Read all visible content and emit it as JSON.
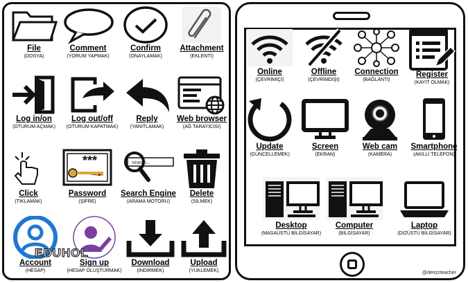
{
  "left_items": [
    {
      "label": "File",
      "translation": "(DOSYA)",
      "icon": "folder-icon"
    },
    {
      "label": "Comment",
      "translation": "(YORUM YAPMAK)",
      "icon": "speech-bubble-icon"
    },
    {
      "label": "Confirm",
      "translation": "(ONAYLAMAK)",
      "icon": "checkmark-icon"
    },
    {
      "label": "Attachment",
      "translation": "(EKLENTİ)",
      "icon": "paperclip-icon"
    },
    {
      "label": "Log in/on",
      "translation": "(OTURUM AÇMAK)",
      "icon": "login-icon"
    },
    {
      "label": "Log out/off",
      "translation": "(OTURUM KAPATMAK)",
      "icon": "logout-icon"
    },
    {
      "label": "Reply",
      "translation": "(YANITLAMAK)",
      "icon": "reply-arrow-icon"
    },
    {
      "label": "Web browser",
      "translation": "(AĞ TARAYICISI)",
      "icon": "browser-icon"
    },
    {
      "label": "Click",
      "translation": "(TIKLAMAK)",
      "icon": "click-hand-icon"
    },
    {
      "label": "Password",
      "translation": "(ŞİFRE)",
      "icon": "password-key-icon"
    },
    {
      "label": "Search Engine",
      "translation": "(ARAMA MOTORU)",
      "icon": "search-engine-icon"
    },
    {
      "label": "Delete",
      "translation": "(SİLMEK)",
      "icon": "trash-icon"
    },
    {
      "label": "Account",
      "translation": "(HESAP)",
      "icon": "account-icon"
    },
    {
      "label": "Sign up",
      "translation": "(HESAP OLUŞTURMAK)",
      "icon": "sign-up-icon"
    },
    {
      "label": "Download",
      "translation": "(İNDİRMEK)",
      "icon": "download-icon"
    },
    {
      "label": "Upload",
      "translation": "(YÜKLEMEK)",
      "icon": "upload-icon"
    }
  ],
  "right_items": [
    {
      "label": "Online",
      "translation": "(ÇEVRİMİÇİ)",
      "icon": "wifi-icon"
    },
    {
      "label": "Offline",
      "translation": "(ÇEVRİMDIŞI)",
      "icon": "wifi-off-icon"
    },
    {
      "label": "Connection",
      "translation": "(BAĞLANTI)",
      "icon": "network-icon"
    },
    {
      "label": "Register",
      "translation": "(KAYIT OLMAK)",
      "icon": "register-icon"
    },
    {
      "label": "Update",
      "translation": "(GÜNCELLEMEK)",
      "icon": "refresh-icon"
    },
    {
      "label": "Screen",
      "translation": "(EKRAN)",
      "icon": "monitor-icon"
    },
    {
      "label": "Web cam",
      "translation": "(KAMERA)",
      "icon": "webcam-icon"
    },
    {
      "label": "Smartphone",
      "translation": "(AKILLI TELEFON)",
      "icon": "smartphone-icon"
    },
    {
      "label": "Desktop",
      "translation": "(MASAÜSTÜ BİLGİSAYAR)",
      "icon": "desktop-icon"
    },
    {
      "label": "Computer",
      "translation": "(BİLGİSAYAR)",
      "icon": "computer-icon"
    },
    {
      "label": "Laptop",
      "translation": "(DİZÜSTÜ BİLGİSAYAR)",
      "icon": "laptop-icon"
    }
  ],
  "watermark": "EDUHOL",
  "credit": "@derizzteacher",
  "search_placeholder": "search..."
}
